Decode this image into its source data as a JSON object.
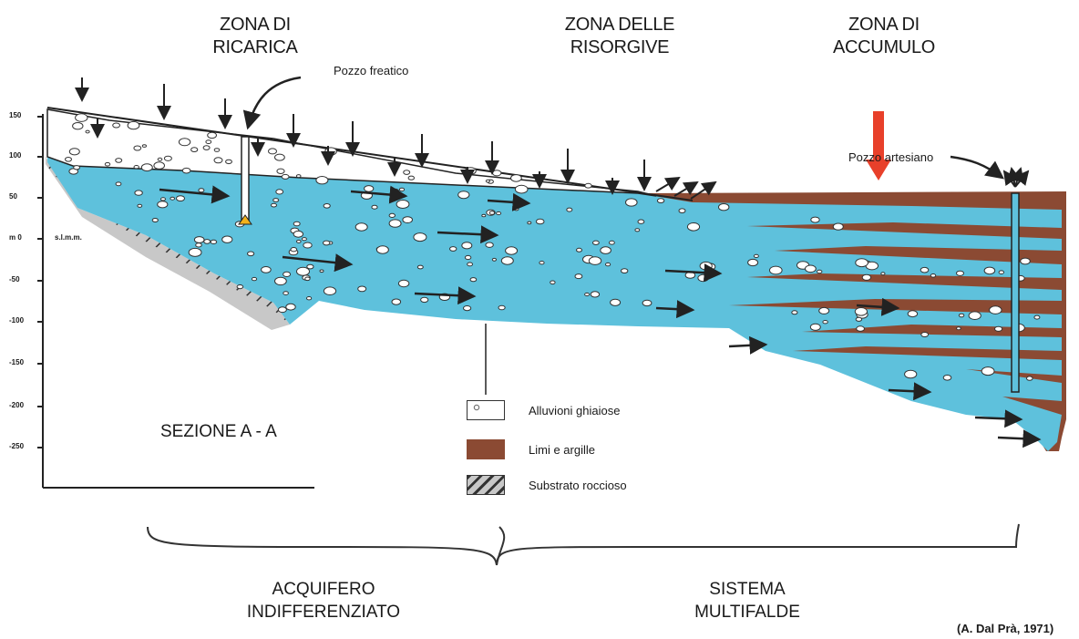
{
  "zones": {
    "ricarica": "ZONA DI\nRICARICA",
    "risorgive": "ZONA DELLE\nRISORGIVE",
    "accumulo": "ZONA DI\nACCUMULO"
  },
  "wells": {
    "freatico": "Pozzo freatico",
    "artesiano": "Pozzo artesiano"
  },
  "axis": {
    "ticks": [
      "150",
      "100",
      "50",
      "m 0",
      "-50",
      "-100",
      "-150",
      "-200",
      "-250"
    ],
    "datum": "s.l.m.m."
  },
  "section_label": "SEZIONE A - A",
  "legend": [
    {
      "label": "Alluvioni ghiaiose"
    },
    {
      "label": "Limi e argille"
    },
    {
      "label": "Substrato roccioso"
    }
  ],
  "systems": {
    "indifferenziato": "ACQUIFERO\nINDIFFERENZIATO",
    "multifalde": "SISTEMA\nMULTIFALDE"
  },
  "credit": "(A. Dal Prà, 1971)",
  "colors": {
    "water": "#5ec1dc",
    "clay": "#8b4a33",
    "rock": "#c8c8c8",
    "arrow_red": "#e8402a",
    "gravel_fill": "#ffffff"
  }
}
